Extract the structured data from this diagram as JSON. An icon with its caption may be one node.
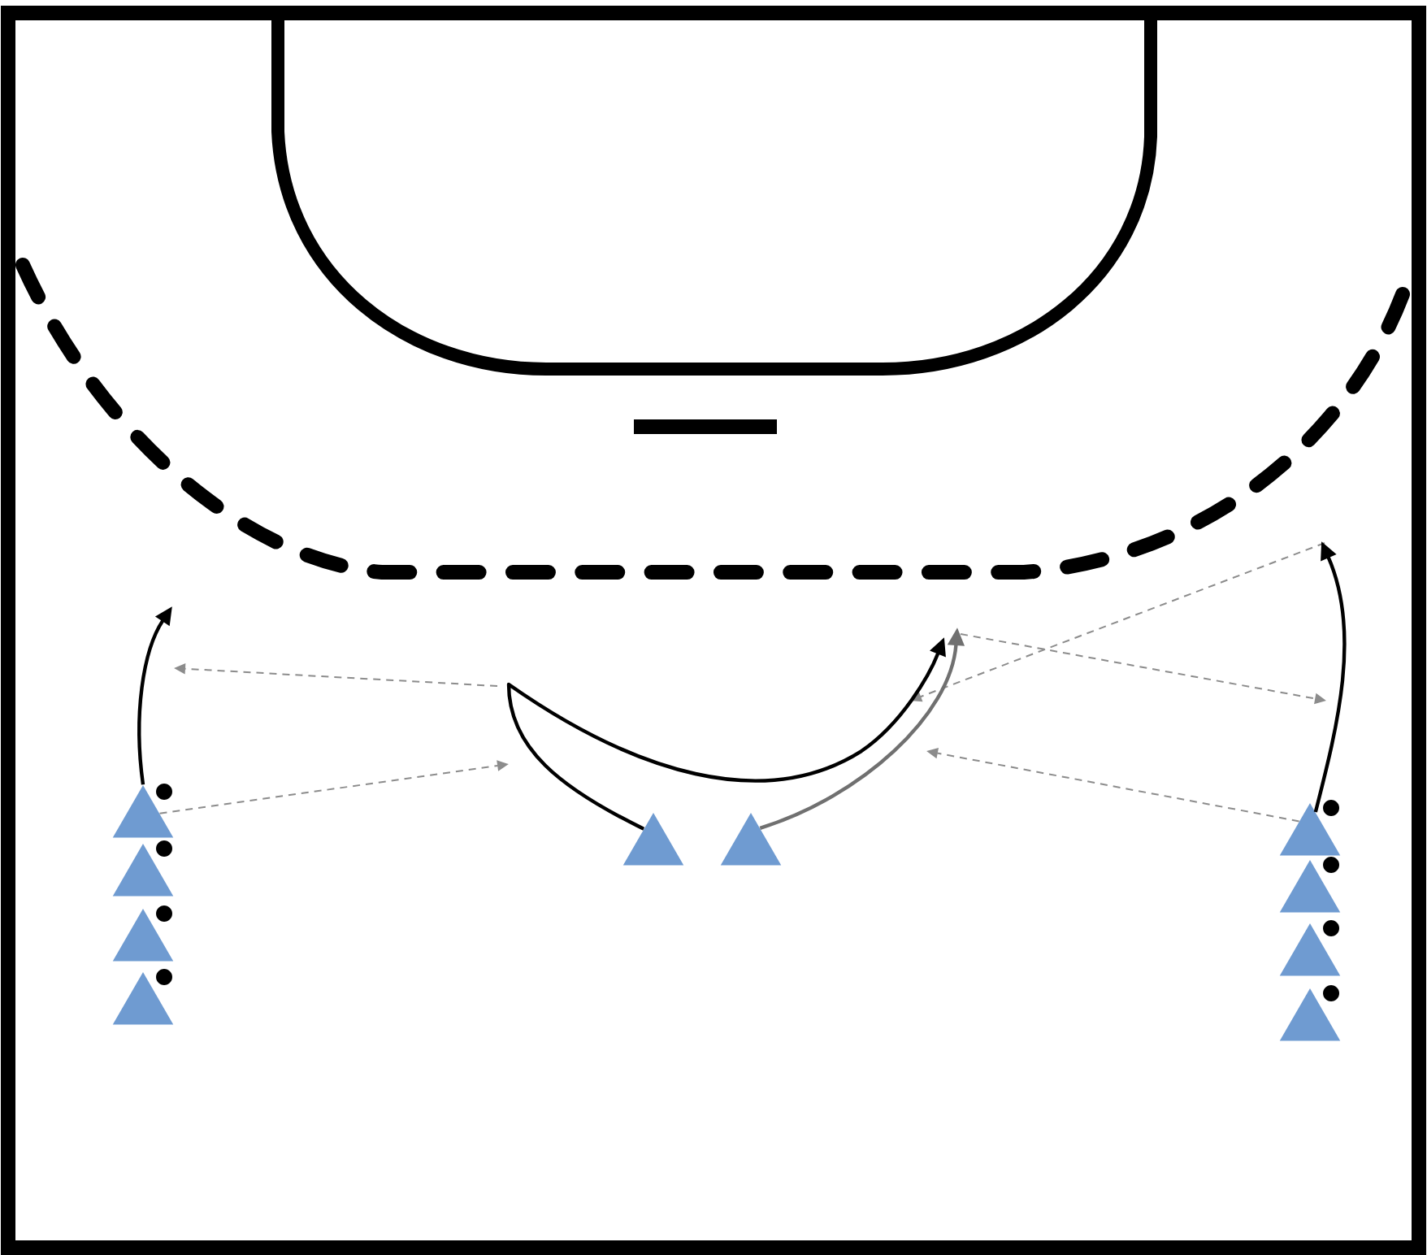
{
  "diagram": {
    "nodes": [
      {
        "text": [],
        "shape": "triangle"
      },
      {
        "text": [],
        "shape": "triangle"
      },
      {
        "text": [],
        "shape": "triangle"
      },
      {
        "text": [],
        "shape": "triangle"
      },
      {
        "text": [],
        "shape": "triangle"
      },
      {
        "text": [],
        "shape": "triangle"
      },
      {
        "text": [],
        "shape": "triangle"
      },
      {
        "text": [],
        "shape": "triangle"
      },
      {
        "text": [],
        "shape": "triangle"
      },
      {
        "text": [],
        "shape": "triangle"
      }
    ],
    "edges": [
      {
        "from": 0,
        "to": null,
        "arrow": "to"
      },
      {
        "from": 0,
        "to": null,
        "arrow": "to",
        "style": "dashed",
        "color": "#8c8c8c"
      },
      {
        "from": 4,
        "to": null,
        "arrow": "to"
      },
      {
        "from": 5,
        "to": null,
        "arrow": "to",
        "color": "#707070"
      },
      {
        "from": 6,
        "to": null,
        "arrow": "to",
        "style": "dashed",
        "color": "#8c8c8c"
      },
      {
        "from": 6,
        "to": null,
        "arrow": "to"
      }
    ]
  }
}
